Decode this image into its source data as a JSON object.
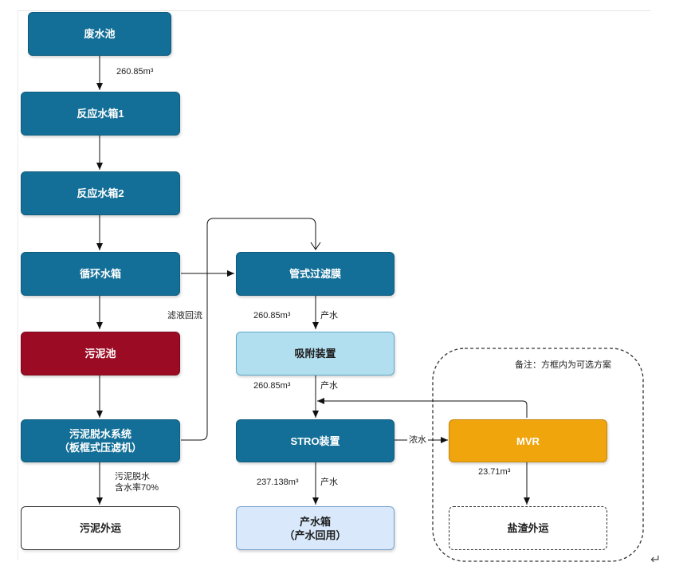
{
  "nodes": {
    "wastewater_pool": "废水池",
    "reaction_tank_1": "反应水箱1",
    "reaction_tank_2": "反应水箱2",
    "circulation_tank": "循环水箱",
    "sludge_pool": "污泥池",
    "dewatering_line1": "污泥脱水系统",
    "dewatering_line2": "（板框式压滤机）",
    "sludge_transport": "污泥外运",
    "tubular_membrane": "管式过滤膜",
    "adsorption_device": "吸附装置",
    "stro_device": "STRO装置",
    "product_tank_line1": "产水箱",
    "product_tank_line2": "（产水回用）",
    "mvr": "MVR",
    "salt_transport": "盐渣外运"
  },
  "labels": {
    "flow_pool_to_tank1": "260.85m³",
    "filtrate_return": "滤液回流",
    "flow_membrane_to_adsorption": "260.85m³",
    "product_water_1": "产水",
    "flow_adsorption_to_stro": "260.85m³",
    "product_water_2": "产水",
    "flow_stro_to_tank": "237.138m³",
    "product_water_3": "产水",
    "concentrate": "浓水",
    "flow_mvr_to_salt": "23.71m³",
    "sludge_dewater_line1": "污泥脱水",
    "sludge_dewater_line2": "含水率70%",
    "note": "备注：方框内为可选方案"
  },
  "colors": {
    "dark_blue": "#136f97",
    "dark_red": "#9b0b24",
    "light_blue": "#b2dff0",
    "pale_blue": "#d9e9fb",
    "orange": "#f0a50d",
    "arrow": "#111111"
  }
}
